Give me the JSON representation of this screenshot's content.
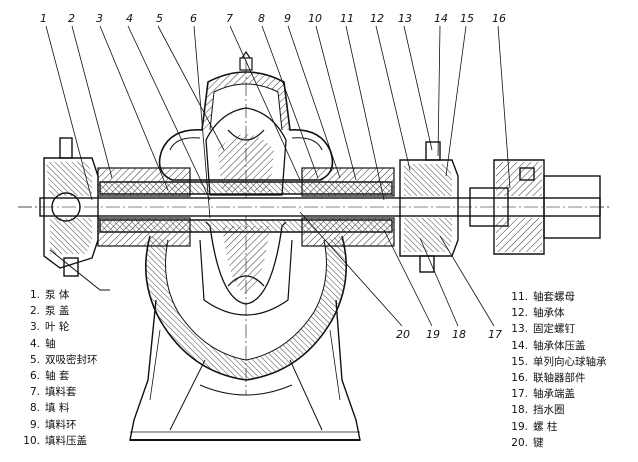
{
  "callouts_top": [
    "1",
    "2",
    "3",
    "4",
    "5",
    "6",
    "7",
    "8",
    "9",
    "10",
    "11",
    "12",
    "13",
    "14",
    "15",
    "16"
  ],
  "callouts_bottom": [
    "20",
    "19",
    "18",
    "17"
  ],
  "legend_left": [
    {
      "n": "1.",
      "label": "泵 体"
    },
    {
      "n": "2.",
      "label": "泵 盖"
    },
    {
      "n": "3.",
      "label": "叶 轮"
    },
    {
      "n": "4.",
      "label": "轴"
    },
    {
      "n": "5.",
      "label": "双吸密封环"
    },
    {
      "n": "6.",
      "label": "轴 套"
    },
    {
      "n": "7.",
      "label": "填料套"
    },
    {
      "n": "8.",
      "label": "填 料"
    },
    {
      "n": "9.",
      "label": "填料环"
    },
    {
      "n": "10.",
      "label": "填料压盖"
    }
  ],
  "legend_right": [
    {
      "n": "11.",
      "label": "轴套螺母"
    },
    {
      "n": "12.",
      "label": "轴承体"
    },
    {
      "n": "13.",
      "label": "固定螺钉"
    },
    {
      "n": "14.",
      "label": "轴承体压盖"
    },
    {
      "n": "15.",
      "label": "单列向心球轴承"
    },
    {
      "n": "16.",
      "label": "联轴器部件"
    },
    {
      "n": "17.",
      "label": "轴承端盖"
    },
    {
      "n": "18.",
      "label": "挡水圈"
    },
    {
      "n": "19.",
      "label": "螺 柱"
    },
    {
      "n": "20.",
      "label": "键"
    }
  ],
  "colors": {
    "ink": "#111111",
    "hatch": "#333333",
    "paper": "#ffffff"
  }
}
